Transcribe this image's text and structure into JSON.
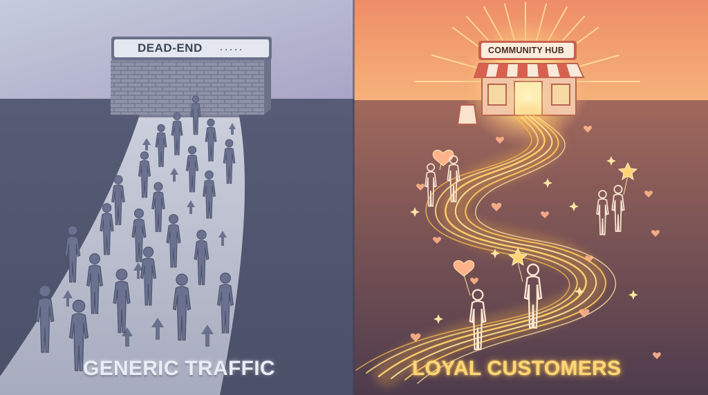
{
  "left_panel": {
    "wall_sign": "DEAD-END",
    "caption": "GENERIC TRAFFIC"
  },
  "right_panel": {
    "shop_sign": "COMMUNITY HUB",
    "caption": "LOYAL CUSTOMERS"
  },
  "colors": {
    "left_sky": "#bcc2d6",
    "left_ground": "#5a6079",
    "right_sky": "#f0a070",
    "right_ground": "#6a4f5a",
    "glow": "#ffd27a",
    "awning_red": "#d8604e"
  }
}
